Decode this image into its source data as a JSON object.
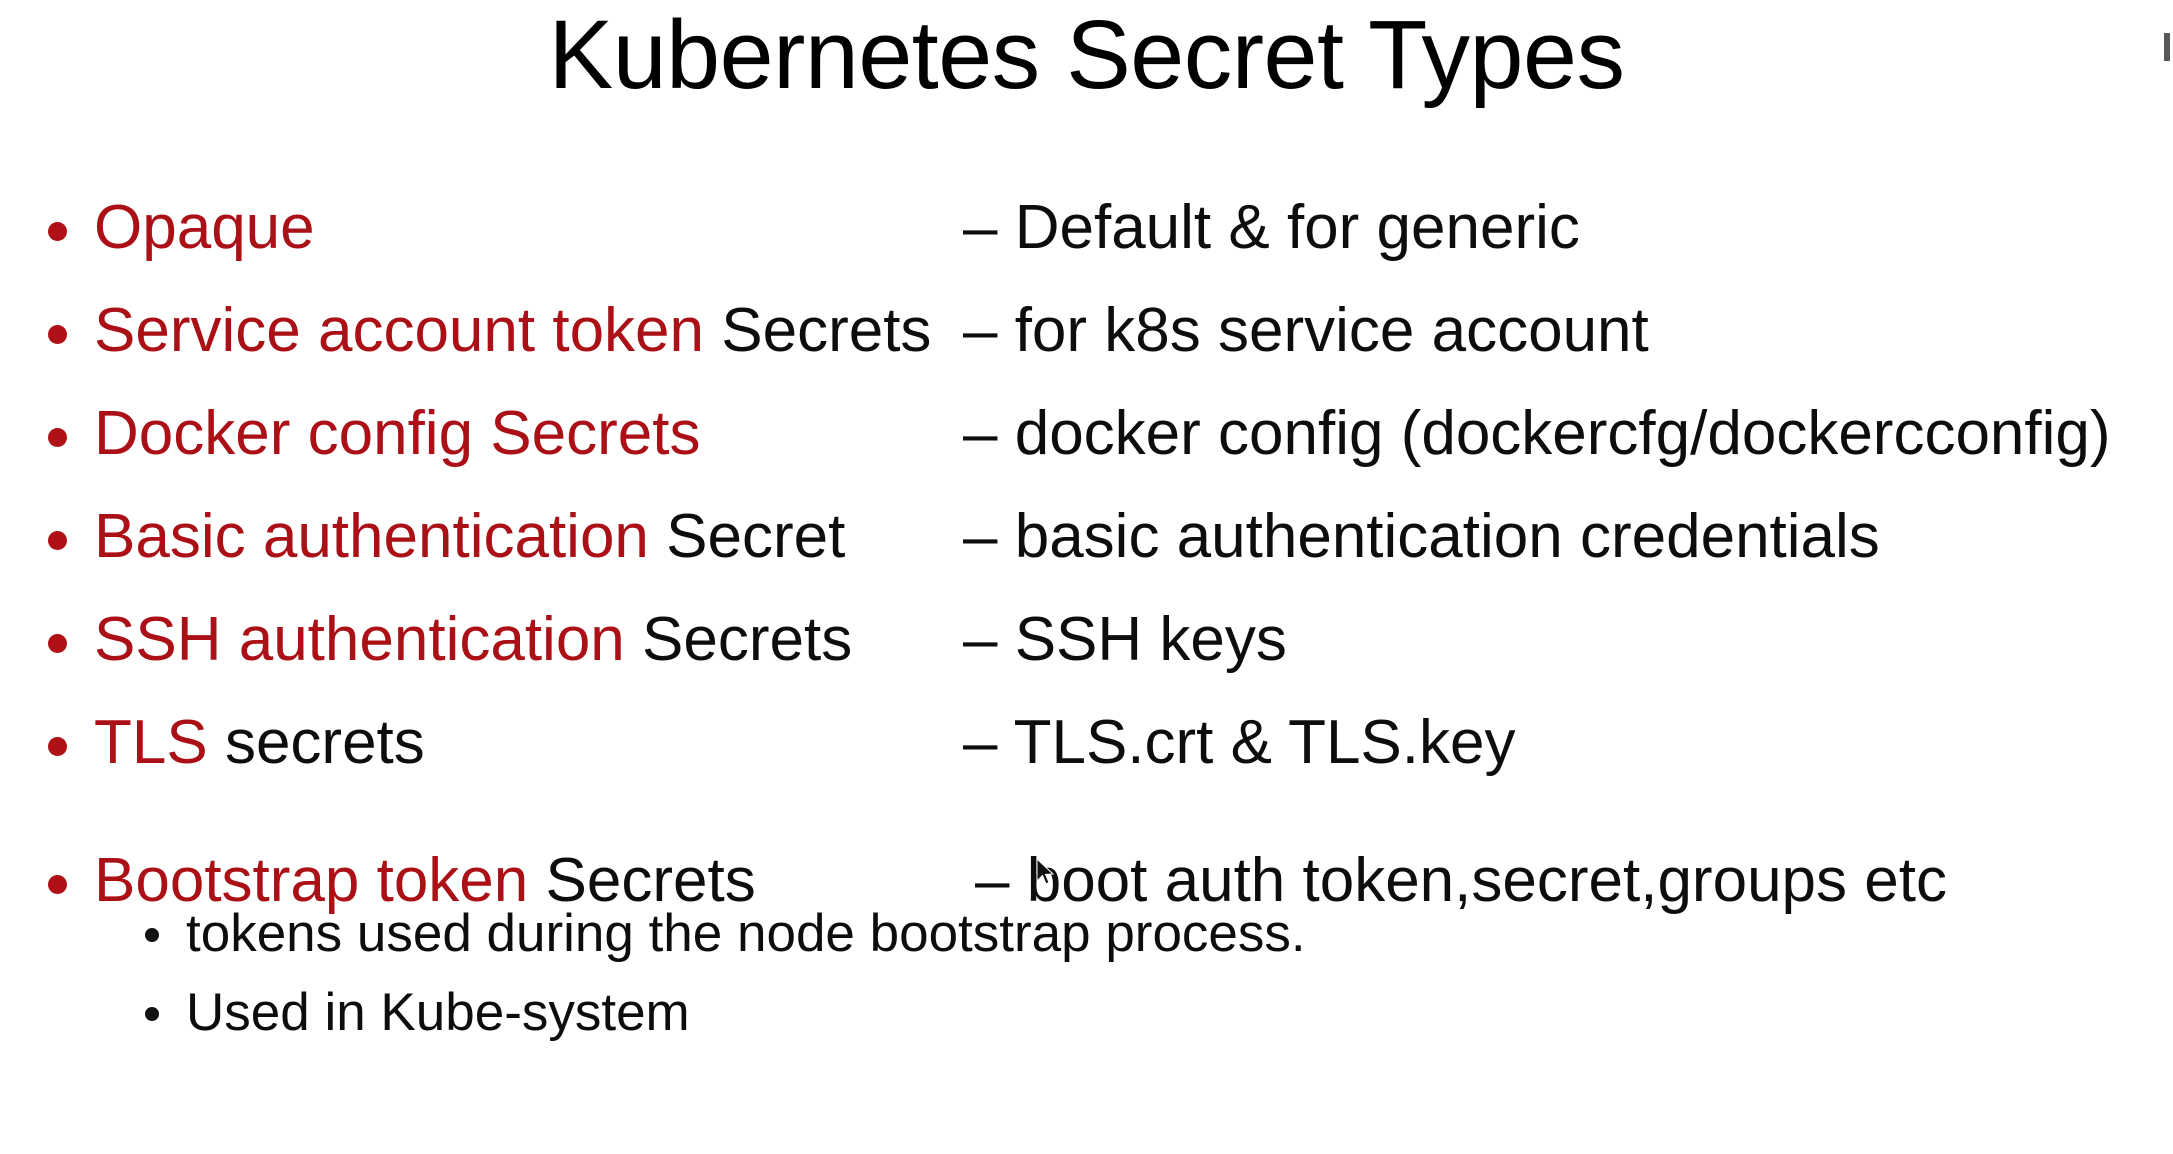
{
  "slide": {
    "title": "Kubernetes Secret Types",
    "accent_color": "#aa1016",
    "text_color": "#0d0d0d",
    "background_color": "#ffffff"
  },
  "bullets": [
    {
      "term_accent": "Opaque",
      "term_plain": "",
      "desc": "– Default & for generic"
    },
    {
      "term_accent": "Service account token",
      "term_plain": " Secrets",
      "desc": "– for k8s service account"
    },
    {
      "term_accent": "Docker config Secrets",
      "term_plain": "",
      "desc": "– docker config (dockercfg/dockercconfig)"
    },
    {
      "term_accent": "Basic authentication",
      "term_plain": " Secret",
      "desc": "– basic authentication credentials"
    },
    {
      "term_accent": "SSH authentication",
      "term_plain": " Secrets",
      "desc": "– SSH keys"
    },
    {
      "term_accent": "TLS",
      "term_plain": " secrets",
      "desc": "– TLS.crt & TLS.key"
    },
    {
      "term_accent": "Bootstrap token",
      "term_plain": " Secrets",
      "desc": "– boot auth token,secret,groups etc"
    }
  ],
  "sub_bullets": [
    {
      "text": "tokens used during the node bootstrap process."
    },
    {
      "text": "Used in Kube-system"
    }
  ]
}
